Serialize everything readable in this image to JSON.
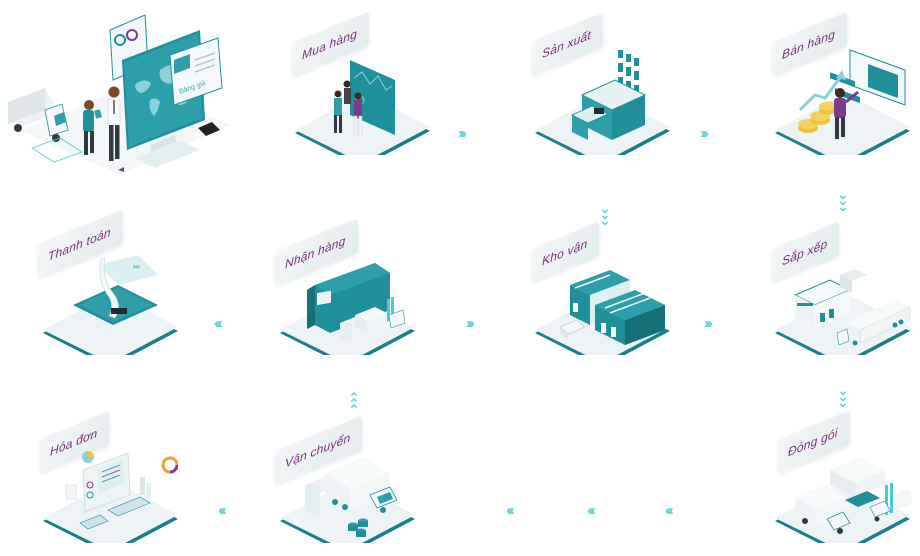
{
  "diagram": {
    "type": "process-flow",
    "hero": {
      "description": "Business handshake in front of world-map monitor with delivery truck",
      "monitor_label": "Bảng giá"
    },
    "steps": [
      {
        "id": "mua-hang",
        "label": "Mua hàng",
        "icon": "meeting-chart-icon"
      },
      {
        "id": "san-xuat",
        "label": "Sản xuất",
        "icon": "factory-icon"
      },
      {
        "id": "ban-hang",
        "label": "Bán hàng",
        "icon": "sales-growth-icon"
      },
      {
        "id": "sap-xep",
        "label": "Sắp xếp",
        "icon": "sorting-warehouse-icon"
      },
      {
        "id": "kho-van",
        "label": "Kho vận",
        "icon": "warehouse-icon"
      },
      {
        "id": "nhan-hang",
        "label": "Nhận hàng",
        "icon": "receiving-container-icon"
      },
      {
        "id": "thanh-toan",
        "label": "Thanh toán",
        "icon": "payment-card-icon"
      },
      {
        "id": "dong-goi",
        "label": "Đóng gói",
        "icon": "packing-forklift-icon"
      },
      {
        "id": "van-chuyen",
        "label": "Vận chuyển",
        "icon": "shipping-truck-icon"
      },
      {
        "id": "hoa-don",
        "label": "Hóa đơn",
        "icon": "invoice-computer-icon"
      }
    ],
    "arrows": {
      "right_glyph": "›››",
      "left_glyph": "‹‹‹",
      "down_glyph": "⌄",
      "up_glyph": "⌃"
    },
    "colors": {
      "teal": "#1f8f9c",
      "teal_dark": "#15707a",
      "teal_light": "#4ccad6",
      "label_text": "#7a2e7e",
      "platform_top": "#eef4f5",
      "platform_edge": "#1a7f8a",
      "purple": "#7b3b8c",
      "gold": "#f0c23a"
    }
  }
}
